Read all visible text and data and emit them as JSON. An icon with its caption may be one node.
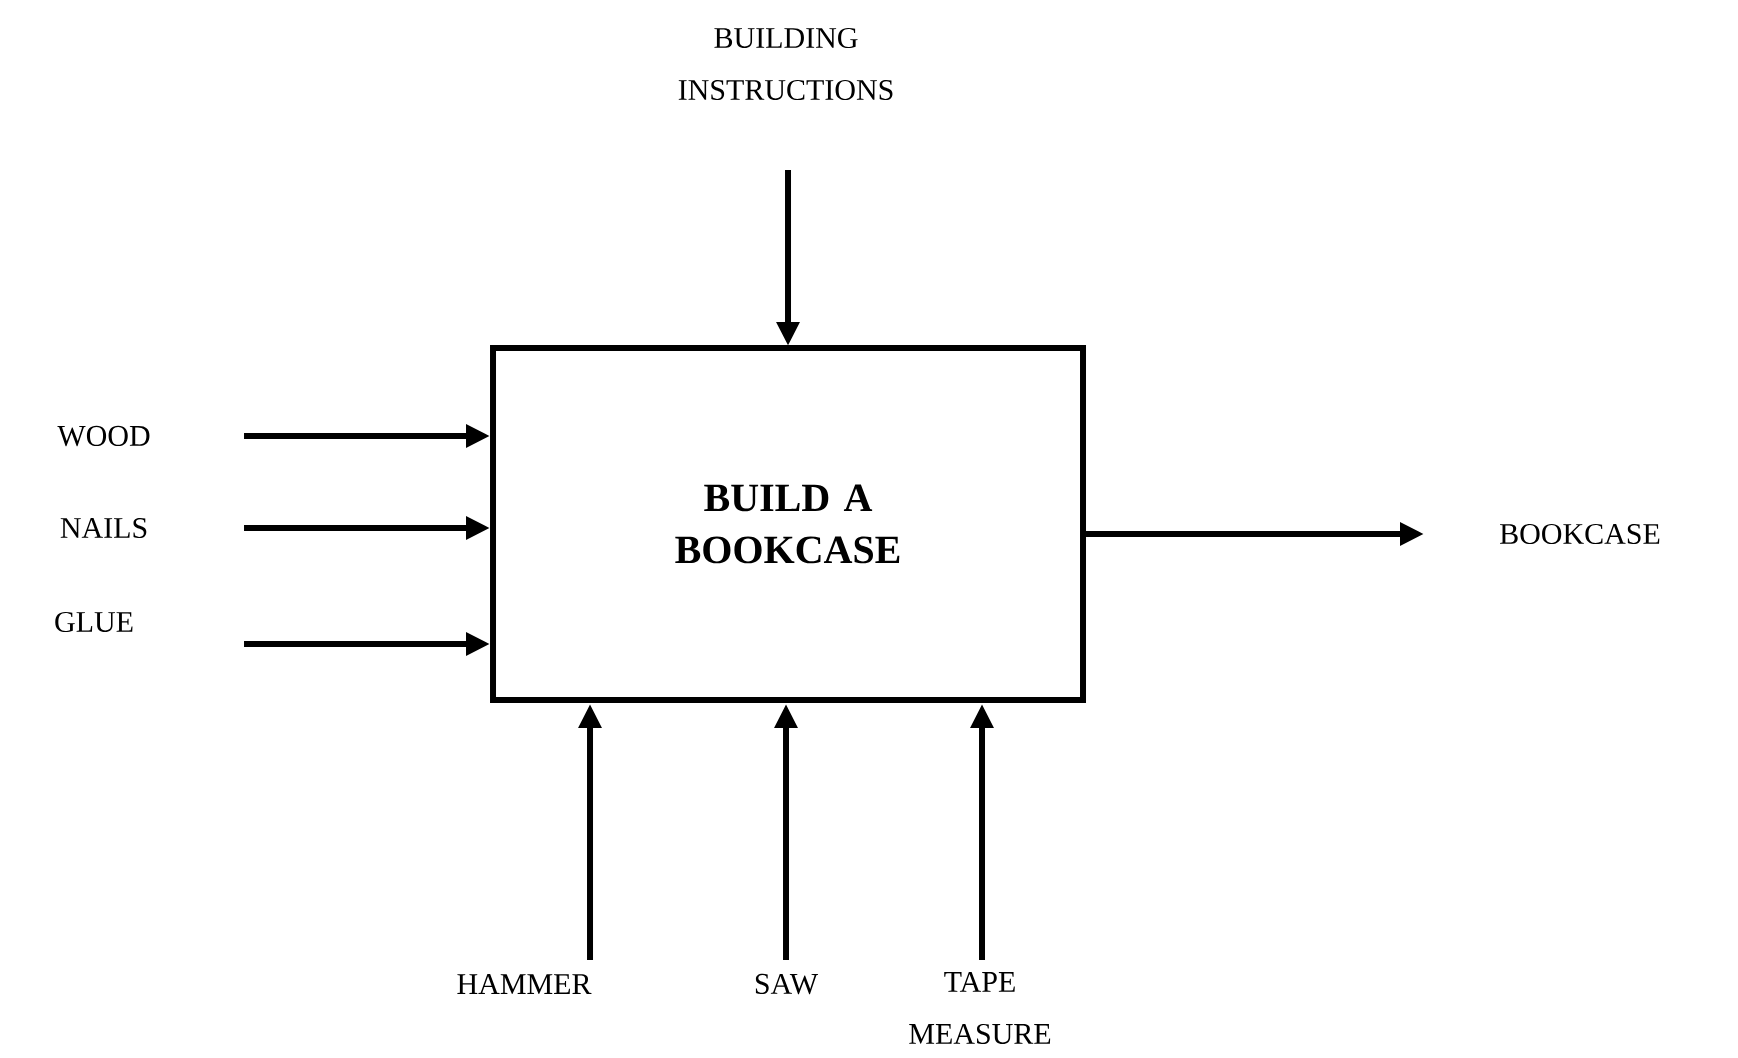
{
  "diagram": {
    "nodes": [
      {
        "text": [
          "BUILD A BOOKCASE"
        ]
      },
      {
        "text": [
          "BUILDING INSTRUCTIONS"
        ]
      },
      {
        "text": [
          "WOOD"
        ]
      },
      {
        "text": [
          "NAILS"
        ]
      },
      {
        "text": [
          "GLUE"
        ]
      },
      {
        "text": [
          "BOOKCASE"
        ]
      },
      {
        "text": [
          "HAMMER"
        ]
      },
      {
        "text": [
          "SAW"
        ]
      },
      {
        "text": [
          "TAPE MEASURE"
        ]
      }
    ],
    "edges": [
      {
        "from": 1,
        "to": 0,
        "arrow": "to"
      },
      {
        "from": 2,
        "to": 0,
        "arrow": "to"
      },
      {
        "from": 3,
        "to": 0,
        "arrow": "to"
      },
      {
        "from": 4,
        "to": 0,
        "arrow": "to"
      },
      {
        "from": 0,
        "to": 5,
        "arrow": "to"
      },
      {
        "from": 6,
        "to": 0,
        "arrow": "to"
      },
      {
        "from": 7,
        "to": 0,
        "arrow": "to"
      },
      {
        "from": 8,
        "to": 0,
        "arrow": "to"
      }
    ]
  }
}
